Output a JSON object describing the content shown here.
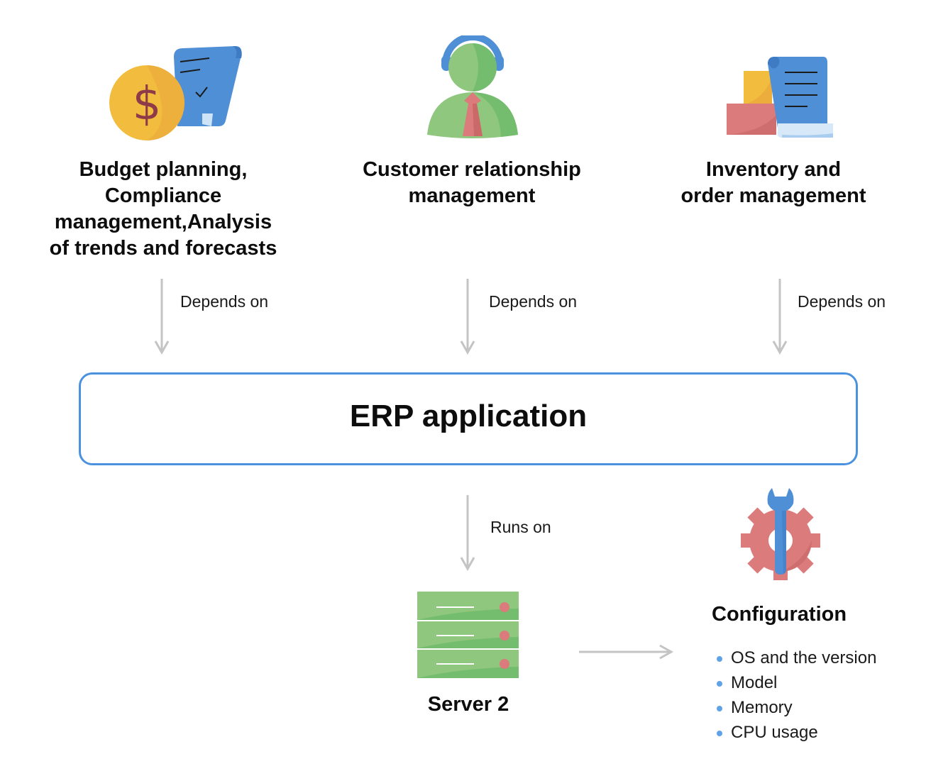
{
  "colors": {
    "box_border": "#4a92e0",
    "arrow": "#c4c4c4",
    "bullet": "#5fa3e6",
    "green": "#8ec77d",
    "blue": "#4f8fd6",
    "red": "#db7b7b",
    "yellow": "#f2bd3f"
  },
  "top_modules": [
    {
      "icon": "budget-coin-document-icon",
      "lines": [
        "Budget planning,",
        "Compliance",
        "management,Analysis",
        "of trends and forecasts"
      ],
      "edge_label": "Depends on"
    },
    {
      "icon": "customer-support-person-icon",
      "lines": [
        "Customer relationship",
        "management"
      ],
      "edge_label": "Depends on"
    },
    {
      "icon": "inventory-boxes-document-icon",
      "lines": [
        "Inventory and",
        "order management"
      ],
      "edge_label": "Depends on"
    }
  ],
  "application": {
    "title": "ERP application"
  },
  "runs_on": {
    "edge_label": "Runs on"
  },
  "server": {
    "icon": "server-rack-icon",
    "label": "Server 2"
  },
  "configuration": {
    "icon": "gear-wrench-icon",
    "title": "Configuration",
    "items": [
      "OS and the version",
      "Model",
      "Memory",
      "CPU usage"
    ]
  }
}
